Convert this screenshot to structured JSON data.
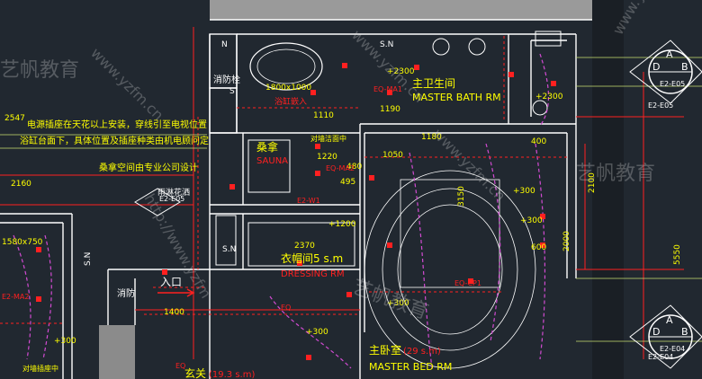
{
  "drawing": {
    "rooms": {
      "master_bath_cn": "主卫生间",
      "master_bath_en": "MASTER BATH RM",
      "sauna_cn": "桑拿",
      "sauna_en": "SAUNA",
      "dressing_cn": "衣帽间5 s.m",
      "dressing_en": "DRESSING RM",
      "master_bed_cn": "主卧室",
      "master_bed_area": "(29 s.m)",
      "master_bed_en": "MASTER BED RM",
      "foyer_cn": "玄关",
      "foyer_area": "(19.3 s.m)",
      "entry_cn": "入口",
      "fire_hydrant_1": "消防栓",
      "fire_hydrant_2": "消防"
    },
    "notes": {
      "note1_line1": "电源插座在天花以上安装，穿线引至电视位置",
      "note1_line2": "浴缸台面下，具体位置及插座种类由机电顾问定",
      "note2": "桑拿空间由专业公司设计",
      "note3": "雨淋花洒",
      "bath_tub": "1800x1000",
      "bath_tub_label": "浴缸嵌入",
      "sauna_heater": "对墙洁面中",
      "near_foyer": "对墙插座中"
    },
    "dims": {
      "d2547": "2547",
      "d2160": "2160",
      "d1580": "1580x750",
      "d1190": "1190",
      "d1110": "1110",
      "d1220": "1220",
      "d1050": "1050",
      "d1400": "1400",
      "d2370": "2370",
      "d1180": "1180",
      "d2100": "2100",
      "d5550": "5550",
      "d400": "400",
      "d495": "495",
      "d480": "480",
      "d600": "600",
      "d3150": "3150",
      "d2000": "2000",
      "p2300a": "+2300",
      "p2300b": "+2300",
      "p1200": "+1200",
      "p300a": "+300",
      "p300b": "+300",
      "p300c": "+300",
      "p300d": "+300",
      "p300e": "+300"
    },
    "tags": {
      "sn1": "S.N",
      "sn2": "S.N",
      "sn3": "S.N",
      "sn4": "S",
      "n1": "N",
      "ma1": "EQ-MA1",
      "ma2": "EQ-MA2",
      "ma3": "E2-MA2",
      "cp1": "EQ-CP1",
      "e5": "E2-E05",
      "e3": "E2-E05",
      "e4": "E2-E04",
      "w1": "E2-W1",
      "eq1": "EQ",
      "eq2": "EQ"
    },
    "callouts": [
      {
        "top": "A",
        "left": "D",
        "right": "B",
        "bottom": "E2-E05"
      },
      {
        "top": "A",
        "left": "D",
        "right": "B",
        "bottom": "E2-E04"
      },
      {
        "top": "",
        "left": "",
        "right": "",
        "bottom": "E2-E04"
      }
    ],
    "watermark": {
      "url": "www.yzfm.cn",
      "brand": "艺帆教育",
      "url2": "http://www.yzfm"
    }
  }
}
